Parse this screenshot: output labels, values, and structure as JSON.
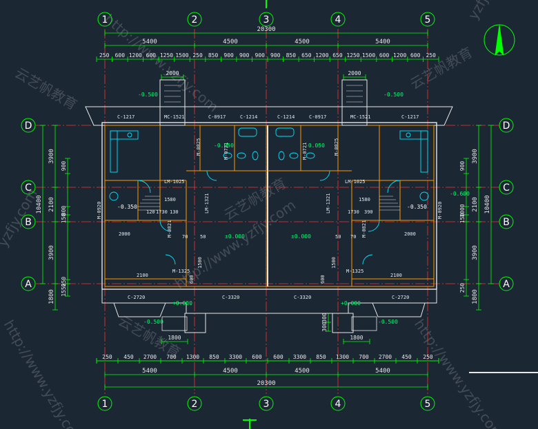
{
  "colors": {
    "background": "#1b2733",
    "dimension_line": "#00ff00",
    "axis_line": "#ff3030",
    "wall_outline": "#ff9a00",
    "wall_white": "#e8e8e8",
    "fixture": "#00e5ff",
    "text": "#e8e8e8"
  },
  "icons": [
    "north-arrow-icon",
    "stair-icon",
    "bathtub-icon",
    "toilet-icon",
    "sink-icon"
  ],
  "axes_vertical": [
    "1",
    "2",
    "3",
    "4",
    "5"
  ],
  "axes_horizontal": [
    "D",
    "C",
    "B",
    "A"
  ],
  "dims_top": {
    "total": "20300",
    "row1": [
      "5400",
      "4500",
      "4500",
      "5400"
    ],
    "row2": [
      "250",
      "600",
      "1200",
      "600",
      "1250",
      "1500",
      "250",
      "850",
      "900",
      "900",
      "900",
      "900",
      "850",
      "650",
      "1200",
      "650",
      "1250",
      "1500",
      "600",
      "1200",
      "600",
      "250"
    ],
    "stair": "2000"
  },
  "dims_bottom": {
    "total": "20300",
    "row1": [
      "5400",
      "4500",
      "4500",
      "5400"
    ],
    "row2": [
      "250",
      "450",
      "2700",
      "700",
      "1300",
      "850",
      "3300",
      "600",
      "600",
      "3300",
      "850",
      "1300",
      "700",
      "2700",
      "450",
      "250"
    ],
    "porch": "1800",
    "small": [
      "300",
      "300"
    ]
  },
  "dims_left": {
    "total": "10400",
    "segments": [
      "3900",
      "2100",
      "3900",
      "1800"
    ],
    "minor": [
      "900",
      "150",
      "800",
      "250",
      "1550",
      "250"
    ]
  },
  "dims_right": {
    "total": "10400",
    "segments": [
      "3900",
      "2100",
      "3900",
      "1800"
    ],
    "minor": [
      "900",
      "1000",
      "150",
      "250",
      "1550"
    ]
  },
  "windows": [
    "C-1217",
    "C-0917",
    "C-1214",
    "C-1214",
    "C-0917",
    "C-1217",
    "C-2720",
    "C-3320",
    "C-3320",
    "C-2720"
  ],
  "doors": [
    "MC-1521",
    "MC-1521",
    "LM-1025",
    "LM-1025",
    "LM-1321",
    "LM-1321",
    "M-0920",
    "M-0920",
    "M-0821",
    "M-0821",
    "M-1325",
    "M-1325",
    "M-0721",
    "M-0721",
    "M-0825",
    "M-0825"
  ],
  "elevations": {
    "top_left": "-0.500",
    "top_right": "-0.500",
    "left_room": "-0.350",
    "right_room": "-0.350",
    "right_outside": "-0.600",
    "bath_left": "-0.050",
    "bath_right": "-0.050",
    "hall_left": "±0.000",
    "hall_mid": "±0.000",
    "porch_left": "+0.000",
    "porch_right": "+0.000",
    "bottom_left": "-0.500",
    "bottom_right": "-0.500"
  },
  "room_dims": [
    "1580",
    "1730",
    "1580",
    "1730",
    "2000",
    "2000",
    "2100",
    "2100",
    "70",
    "70",
    "50",
    "50",
    "1500",
    "1500",
    "600",
    "600",
    "120",
    "130",
    "390"
  ],
  "watermarks": [
    "云艺帆教育",
    "yzfjy.com",
    "http://www.yzfjy.com"
  ]
}
